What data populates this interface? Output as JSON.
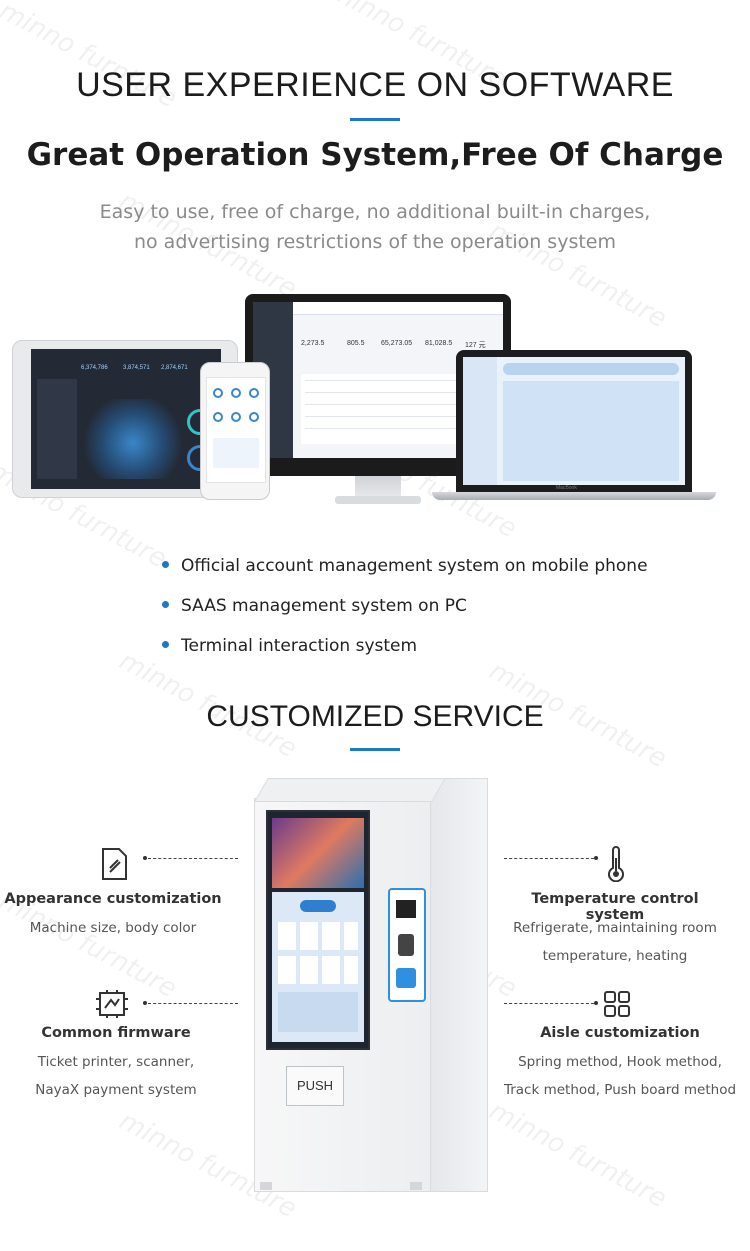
{
  "section1": {
    "title": "USER EXPERIENCE ON SOFTWARE",
    "subtitle": "Great Operation System,Free Of Charge",
    "description_line1": "Easy to use, free of charge, no additional built-in charges,",
    "description_line2": "no advertising restrictions of the operation system"
  },
  "monitor_stats": [
    "2,273.5",
    "805.5",
    "65,273.05",
    "81,028.5",
    "127 元"
  ],
  "tablet_stats": [
    "6,374,786",
    "3,874,571",
    "2,874,671"
  ],
  "bullets": [
    "Official account management system on mobile phone",
    "SAAS management system on PC",
    "Terminal interaction system"
  ],
  "section2": {
    "title": "CUSTOMIZED SERVICE"
  },
  "features": {
    "appearance": {
      "title": "Appearance customization",
      "line1": "Machine size, body color",
      "icon": "edit-document-icon"
    },
    "firmware": {
      "title": "Common firmware",
      "line1": "Ticket printer, scanner,",
      "line2": "NayaX payment system",
      "icon": "circuit-board-icon"
    },
    "temperature": {
      "title": "Temperature control system",
      "line1": "Refrigerate, maintaining room",
      "line2": "temperature, heating",
      "icon": "thermometer-icon"
    },
    "aisle": {
      "title": "Aisle customization",
      "line1": "Spring method, Hook method,",
      "line2": "Track method, Push board method",
      "icon": "grid-icon"
    }
  },
  "machine": {
    "push_label": "PUSH",
    "laptop_brand": "MacBook"
  },
  "watermark": "minno furnture",
  "colors": {
    "accent": "#1f77c8",
    "dark_screen": "#2b3140",
    "machine_body": "#f4f5f7"
  }
}
